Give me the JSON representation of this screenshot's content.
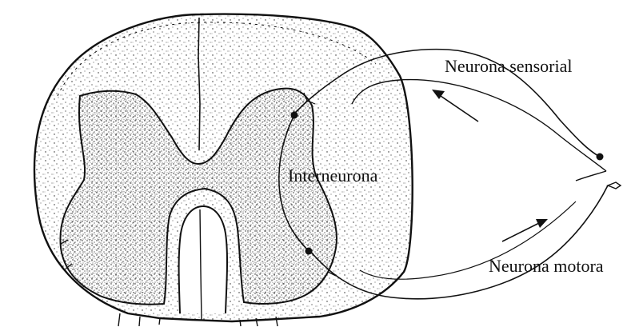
{
  "diagram": {
    "labels": {
      "sensory": "Neurona sensorial",
      "interneuron": "Interneurona",
      "motor": "Neurona motora"
    }
  }
}
